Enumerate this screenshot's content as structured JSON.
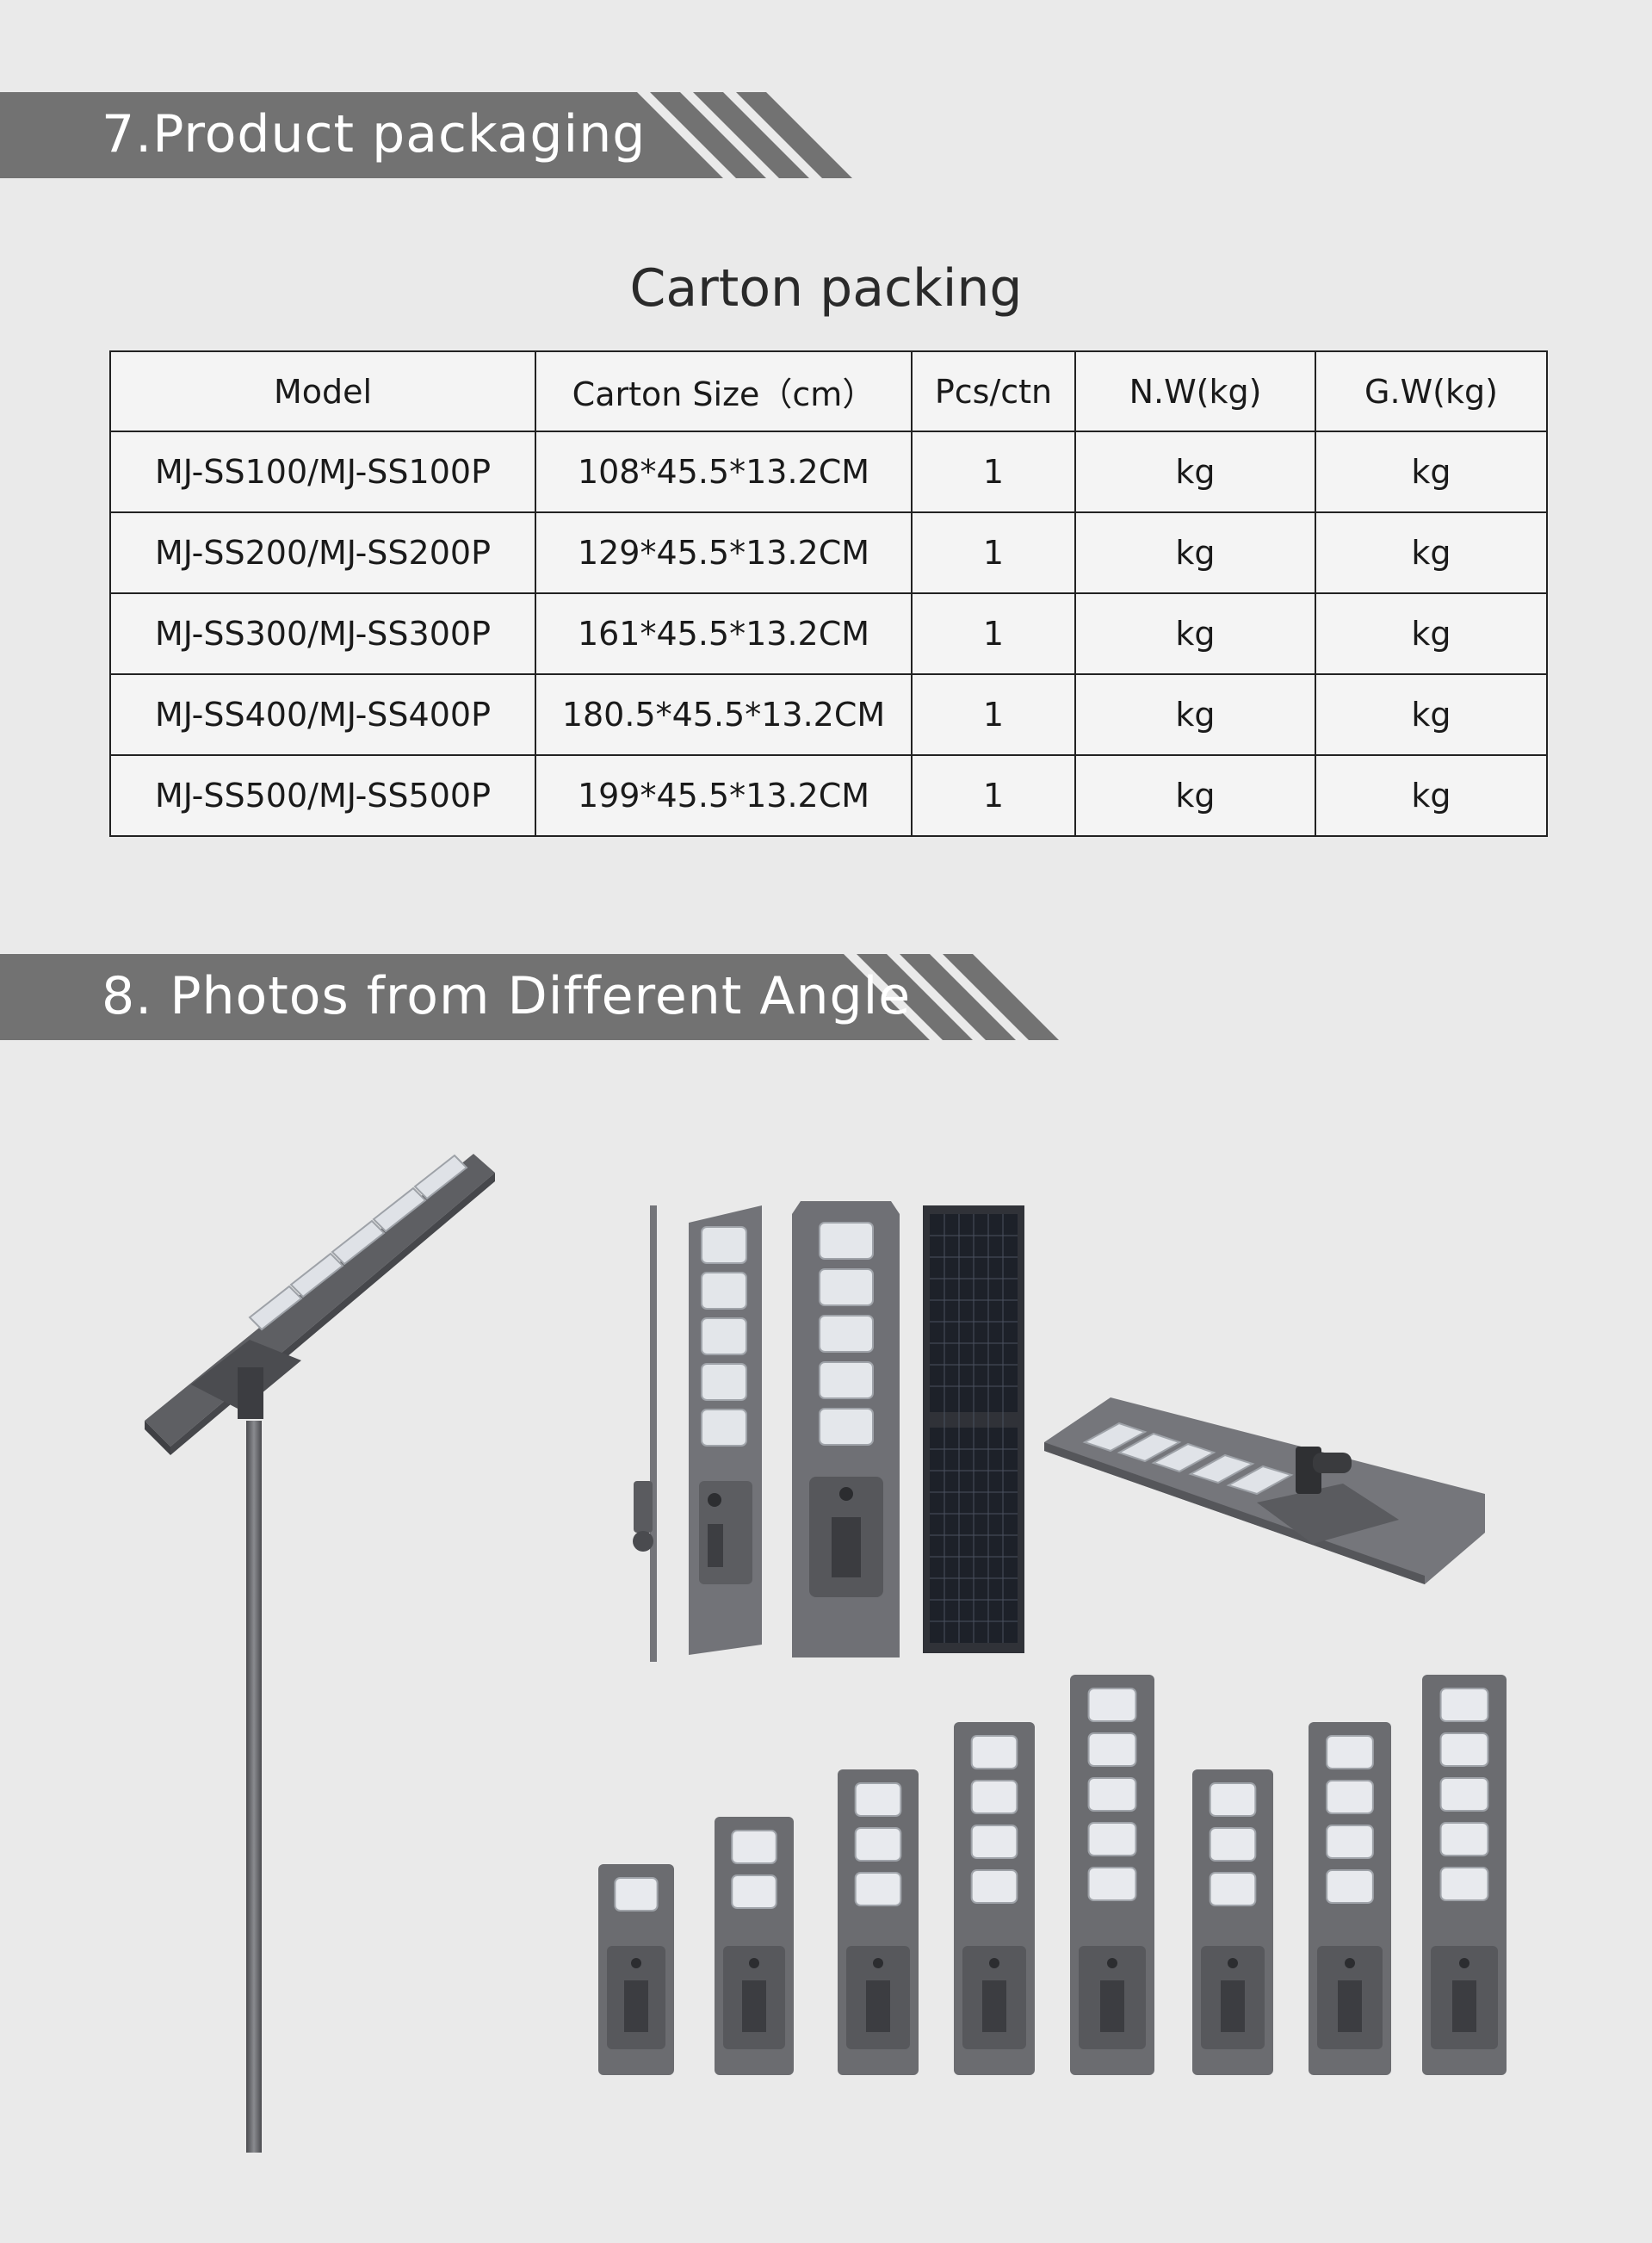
{
  "sections": {
    "packaging": {
      "title": "7.Product  packaging"
    },
    "photos": {
      "title": "8. Photos from Different Angle"
    }
  },
  "carton": {
    "title": "Carton packing",
    "headers": [
      "Model",
      "Carton   Size（cm）",
      "Pcs/ctn",
      "N.W(kg)",
      "G.W(kg)"
    ],
    "rows": [
      [
        "MJ-SS100/MJ-SS100P",
        "108*45.5*13.2CM",
        "1",
        "kg",
        "kg"
      ],
      [
        "MJ-SS200/MJ-SS200P",
        "129*45.5*13.2CM",
        "1",
        "kg",
        "kg"
      ],
      [
        "MJ-SS300/MJ-SS300P",
        "161*45.5*13.2CM",
        "1",
        "kg",
        "kg"
      ],
      [
        "MJ-SS400/MJ-SS400P",
        "180.5*45.5*13.2CM",
        "1",
        "kg",
        "kg"
      ],
      [
        "MJ-SS500/MJ-SS500P",
        "199*45.5*13.2CM",
        "1",
        "kg",
        "kg"
      ]
    ]
  },
  "photo_items": {
    "lineup_led_module_counts": [
      1,
      2,
      3,
      4,
      5,
      3,
      4,
      5
    ]
  },
  "colors": {
    "banner": "#727272",
    "background": "#eaeaea",
    "lamp_body": "#6b6c70",
    "led_module": "#e8eaee"
  }
}
